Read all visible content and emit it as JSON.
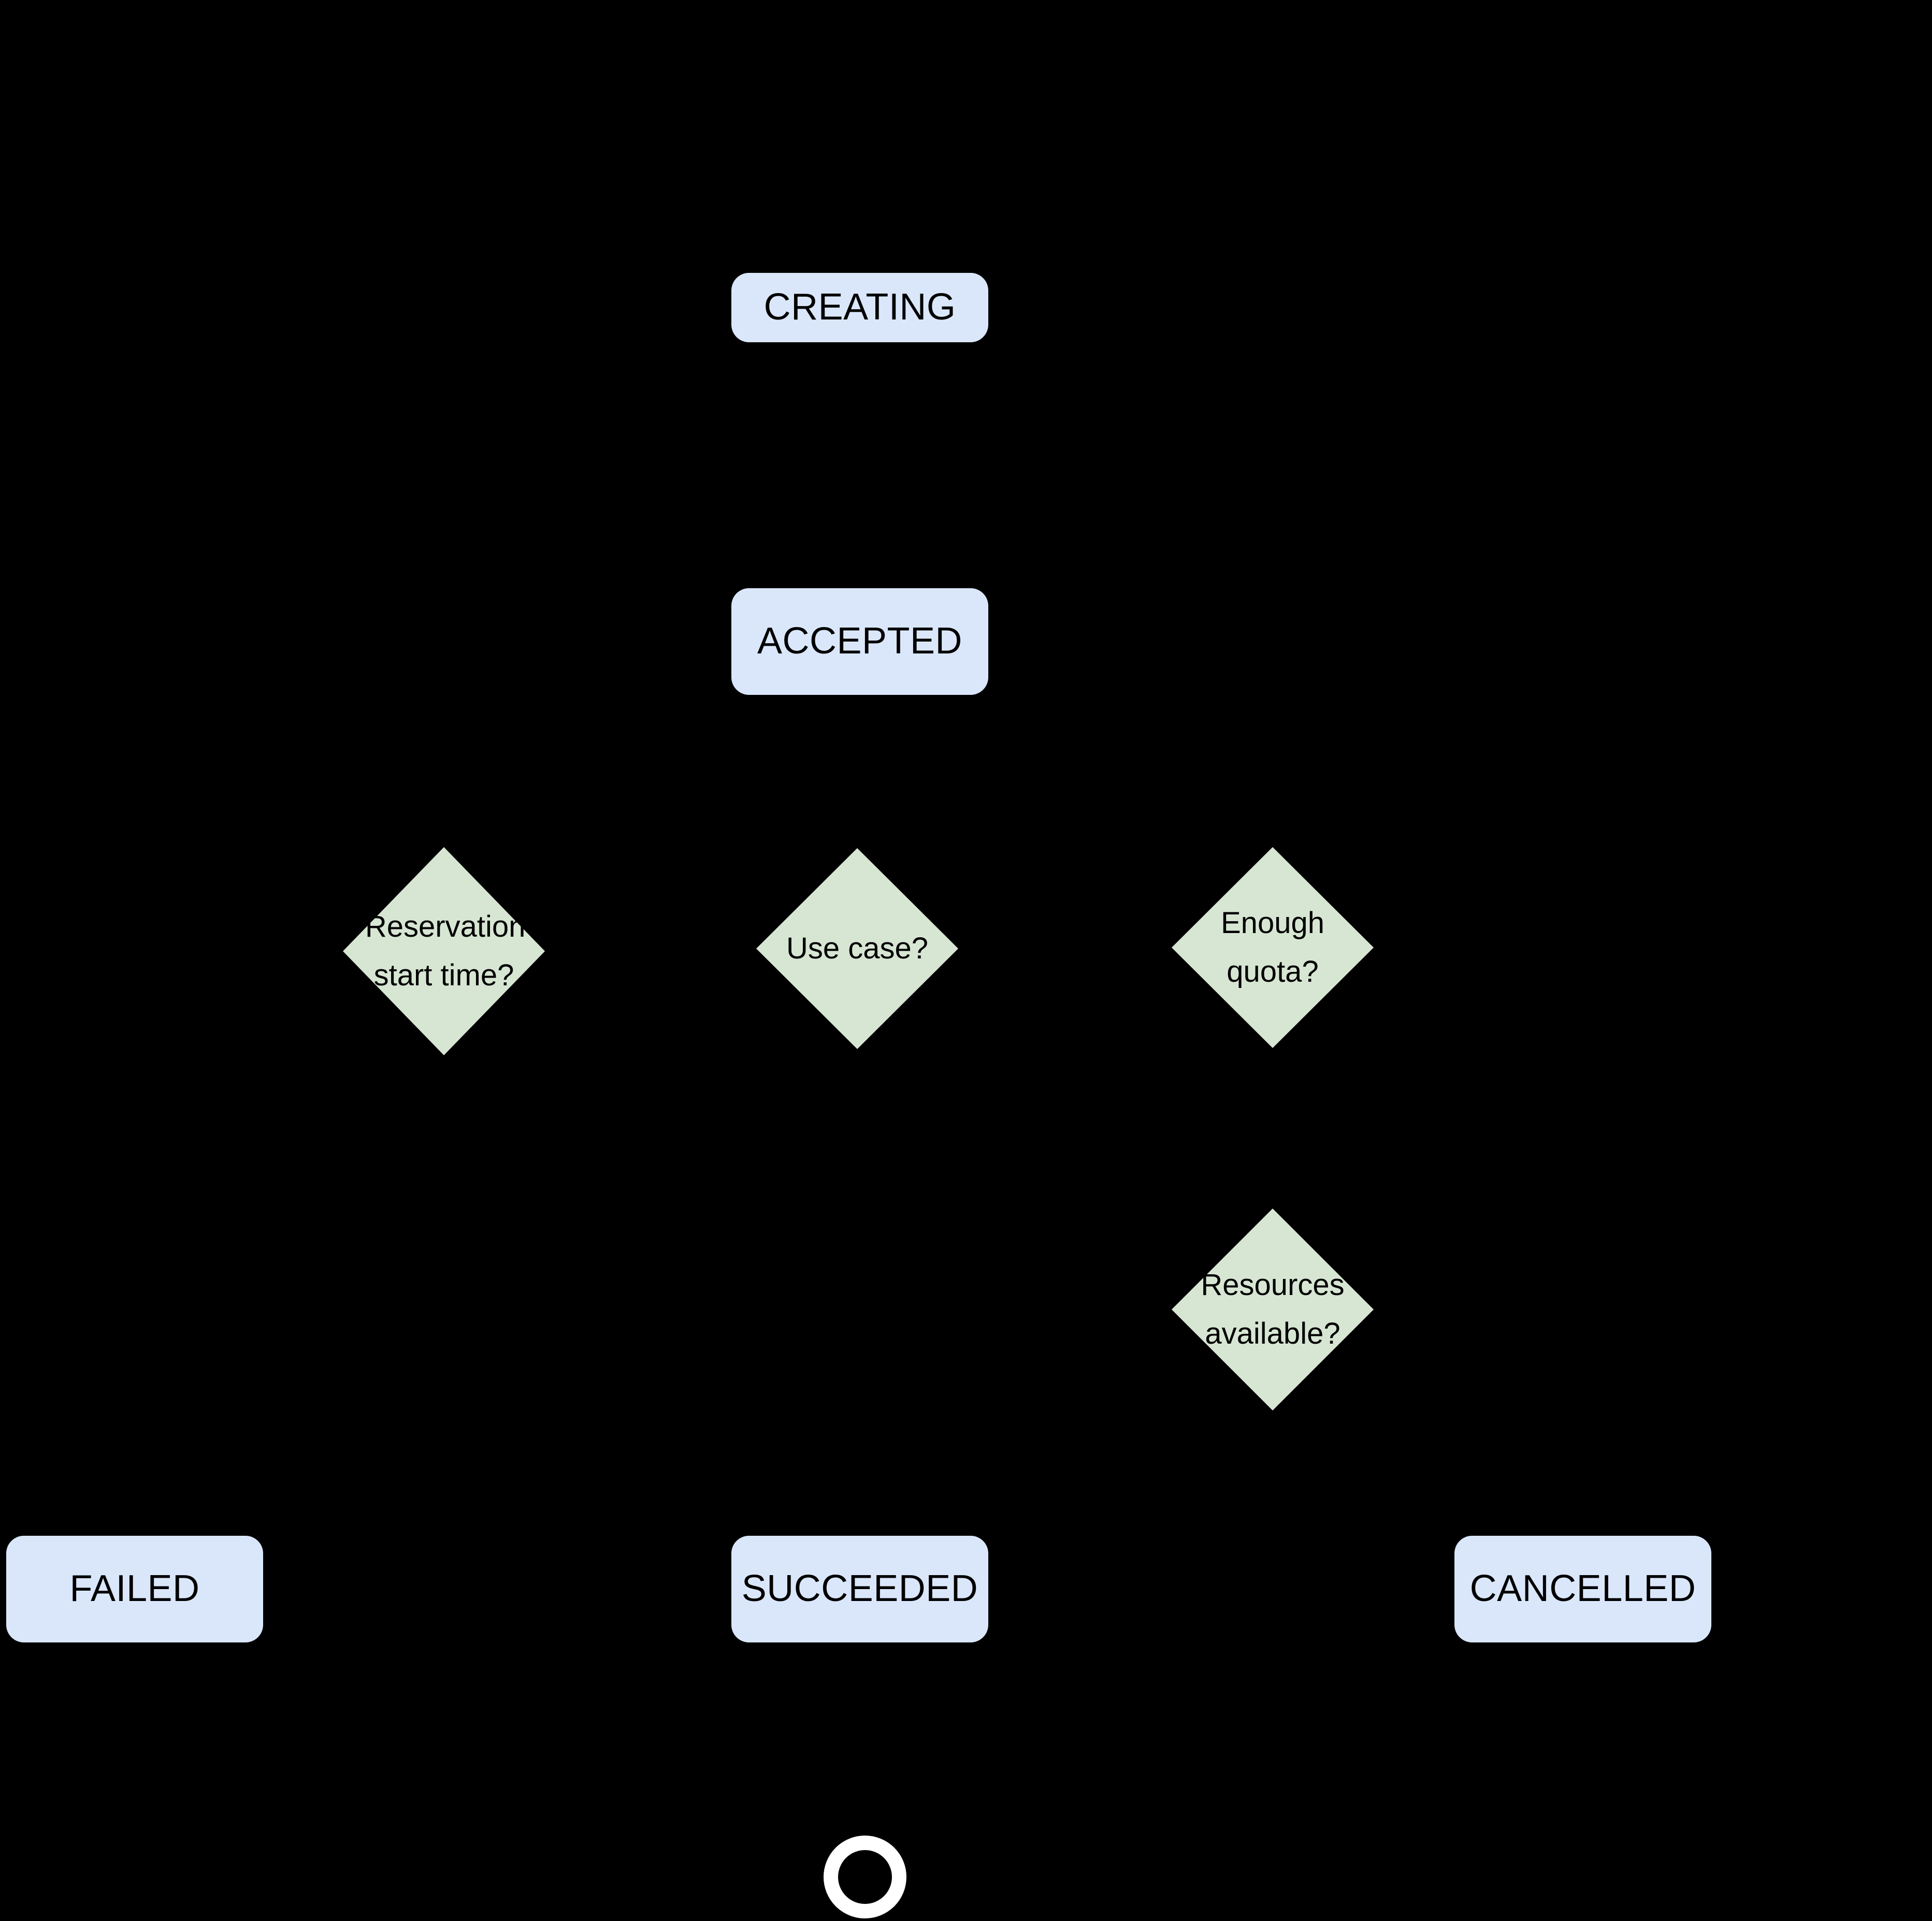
{
  "diagram": {
    "title": "Reservation state machine flowchart",
    "background_color": "#000000",
    "state_fill_color": "#dae7fb",
    "decision_fill_color": "#d7e6d3",
    "terminal_color": "#ffffff",
    "text_color": "#000000"
  },
  "states": [
    {
      "id": "creating",
      "label": "CREATING"
    },
    {
      "id": "accepted",
      "label": "ACCEPTED"
    },
    {
      "id": "failed",
      "label": "FAILED"
    },
    {
      "id": "succeeded",
      "label": "SUCCEEDED"
    },
    {
      "id": "cancelled",
      "label": "CANCELLED"
    }
  ],
  "decisions": [
    {
      "id": "reservation-start-time",
      "label": "Reservation\nstart time?"
    },
    {
      "id": "use-case",
      "label": "Use case?"
    },
    {
      "id": "enough-quota",
      "label": "Enough\nquota?"
    },
    {
      "id": "resources-available",
      "label": "Resources\navailable?"
    }
  ],
  "terminal": {
    "id": "end-node",
    "label": ""
  }
}
